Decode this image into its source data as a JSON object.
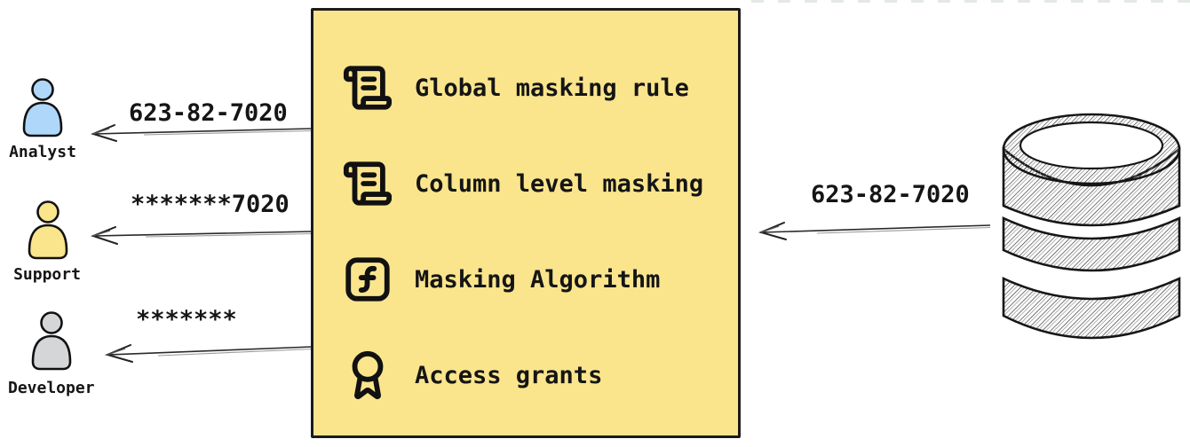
{
  "diagram": {
    "flows": {
      "inbound": {
        "label": "623-82-7020"
      },
      "outbound": [
        {
          "recipient": "Analyst",
          "value": "623-82-7020",
          "figure_color": "#AFD7F9"
        },
        {
          "recipient": "Support",
          "value": "*******7020",
          "figure_color": "#FAE48C"
        },
        {
          "recipient": "Developer",
          "value": "*******",
          "figure_color": "#D4D6D8"
        }
      ]
    },
    "masking_box": {
      "fill": "#FAE58D",
      "items": [
        {
          "icon": "scroll-text-icon",
          "label": "Global masking rule"
        },
        {
          "icon": "scroll-text-icon",
          "label": "Column level masking"
        },
        {
          "icon": "function-square-icon",
          "label": "Masking Algorithm"
        },
        {
          "icon": "award-icon",
          "label": "Access grants"
        }
      ]
    },
    "database": {
      "icon": "database-cylinder-icon"
    }
  }
}
